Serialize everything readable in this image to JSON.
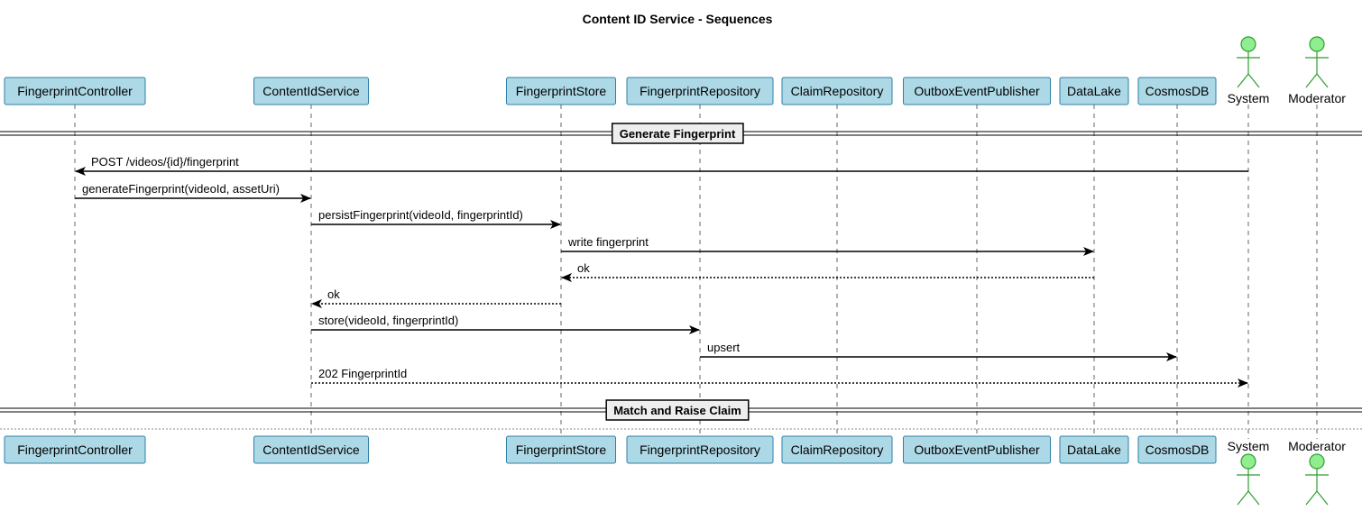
{
  "diagram": {
    "title": "Content ID Service - Sequences",
    "colors": {
      "participant_fill": "#add8e6",
      "participant_border": "#2f7fa7",
      "actor_fill": "#90ee90",
      "actor_stroke": "#2e9e2e",
      "line": "#000000",
      "lifeline": "#666666"
    },
    "participants": [
      {
        "id": "FingerprintController",
        "label": "FingerprintController",
        "kind": "box"
      },
      {
        "id": "ContentIdService",
        "label": "ContentIdService",
        "kind": "box"
      },
      {
        "id": "FingerprintStore",
        "label": "FingerprintStore",
        "kind": "box"
      },
      {
        "id": "FingerprintRepository",
        "label": "FingerprintRepository",
        "kind": "box"
      },
      {
        "id": "ClaimRepository",
        "label": "ClaimRepository",
        "kind": "box"
      },
      {
        "id": "OutboxEventPublisher",
        "label": "OutboxEventPublisher",
        "kind": "box"
      },
      {
        "id": "DataLake",
        "label": "DataLake",
        "kind": "box"
      },
      {
        "id": "CosmosDB",
        "label": "CosmosDB",
        "kind": "box"
      },
      {
        "id": "System",
        "label": "System",
        "kind": "actor"
      },
      {
        "id": "Moderator",
        "label": "Moderator",
        "kind": "actor"
      }
    ],
    "sections": [
      {
        "title": "Generate Fingerprint"
      },
      {
        "title": "Match and Raise Claim"
      }
    ],
    "messages": [
      {
        "from": "System",
        "to": "FingerprintController",
        "label": "POST /videos/{id}/fingerprint",
        "style": "solid"
      },
      {
        "from": "FingerprintController",
        "to": "ContentIdService",
        "label": "generateFingerprint(videoId, assetUri)",
        "style": "solid"
      },
      {
        "from": "ContentIdService",
        "to": "FingerprintStore",
        "label": "persistFingerprint(videoId, fingerprintId)",
        "style": "solid"
      },
      {
        "from": "FingerprintStore",
        "to": "DataLake",
        "label": "write fingerprint",
        "style": "solid"
      },
      {
        "from": "DataLake",
        "to": "FingerprintStore",
        "label": "ok",
        "style": "dotted"
      },
      {
        "from": "FingerprintStore",
        "to": "ContentIdService",
        "label": "ok",
        "style": "dotted"
      },
      {
        "from": "ContentIdService",
        "to": "FingerprintRepository",
        "label": "store(videoId, fingerprintId)",
        "style": "solid"
      },
      {
        "from": "FingerprintRepository",
        "to": "CosmosDB",
        "label": "upsert",
        "style": "solid"
      },
      {
        "from": "ContentIdService",
        "to": "System",
        "label": "202 FingerprintId",
        "style": "dotted"
      }
    ]
  }
}
